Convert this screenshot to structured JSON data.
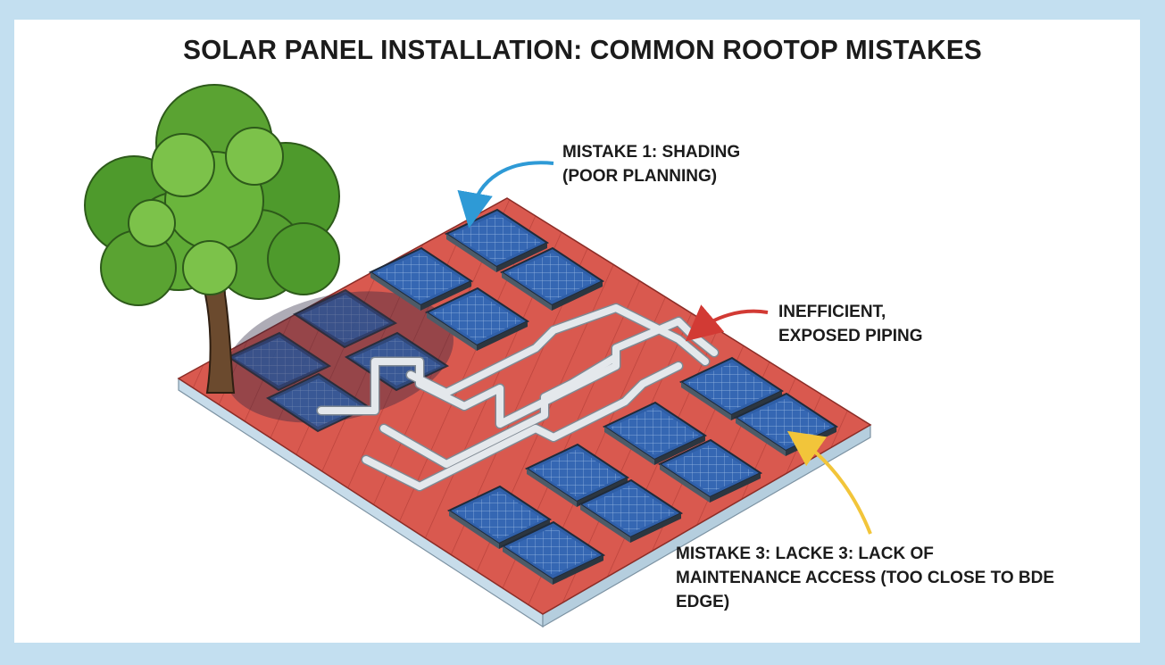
{
  "title": "SOLAR PANEL INSTALLATION: COMMON ROOTOP MISTAKES",
  "callouts": {
    "shading": {
      "line1": "MISTAKE 1: SHADING",
      "line2": "(POOR PLANNING)"
    },
    "piping": {
      "line1": "INEFFICIENT,",
      "line2": "EXPOSED PIPING"
    },
    "access": {
      "line1": "MISTAKE 3: LACKE 3: LACK OF",
      "line2": "MAINTENANCE ACCESS (TOO CLOSE TO BDE",
      "line3": "EDGE)"
    }
  },
  "colors": {
    "background": "#c3dff0",
    "roof": "#d9594f",
    "roof_edge": "#cfe3ee",
    "panel": "#2f5fa8",
    "pipe": "#dfe3e8",
    "arrow_shading": "#2e9ad6",
    "arrow_piping": "#d23a34",
    "arrow_access": "#f2c53a",
    "tree_foliage": "#5aa332",
    "tree_trunk": "#6b4a2e"
  }
}
